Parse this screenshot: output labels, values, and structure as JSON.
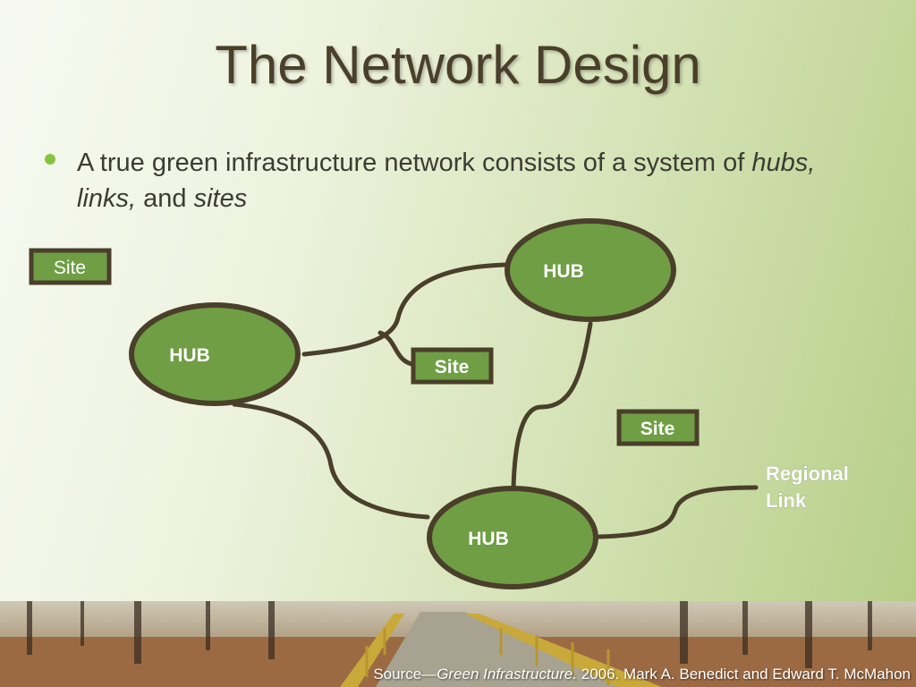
{
  "title": "The Network Design",
  "bullet": {
    "text_prefix": "A true green infrastructure network consists of a system of ",
    "term_hubs": "hubs,",
    "term_links": "links,",
    "conj": "and",
    "term_sites": "sites"
  },
  "diagram": {
    "hubs": [
      "HUB",
      "HUB",
      "HUB"
    ],
    "sites": [
      "Site",
      "Site",
      "Site"
    ],
    "regional_link": [
      "Regional",
      "Link"
    ]
  },
  "source": {
    "prefix": "Source—",
    "book": "Green Infrastructure.",
    "rest": "2006. Mark A. Benedict and Edward T. McMahon"
  },
  "colors": {
    "hub_fill": "#6f9e44",
    "outline": "#4a3f2a",
    "site_fill": "#6f9e44"
  }
}
